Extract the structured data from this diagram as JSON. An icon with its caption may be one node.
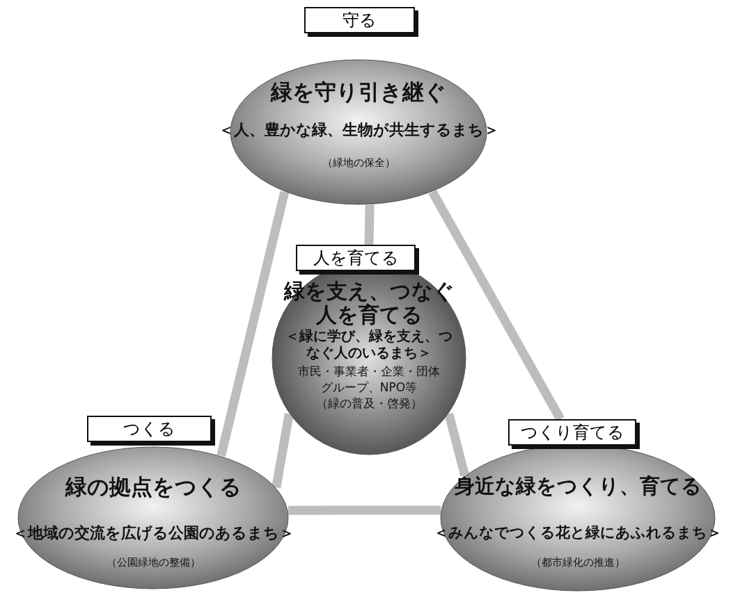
{
  "diagram": {
    "nodes": [
      {
        "text": [
          "守る",
          "緑を守り引き継ぐ",
          "＜人、豊かな緑、生物が共生するまち＞",
          "（緑地の保全）"
        ]
      },
      {
        "text": [
          "人を育てる",
          "緑を支え、つなぐ人を育てる",
          "＜緑に学び、緑を支え、つなぐ人のいるまち＞",
          "市民・事業者・企業・団体グループ、NPO等",
          "（緑の普及・啓発）"
        ]
      },
      {
        "text": [
          "つくる",
          "緑の拠点をつくる",
          "＜地域の交流を広げる公園のあるまち＞",
          "（公園緑地の整備）"
        ]
      },
      {
        "text": [
          "つくり育てる",
          "身近な緑をつくり、育てる",
          "＜みんなでつくる花と緑にあふれるまち＞",
          "（都市緑化の推進）"
        ]
      }
    ],
    "edges": [
      {
        "from": 0,
        "to": 2,
        "arrow": "none"
      },
      {
        "from": 0,
        "to": 1,
        "arrow": "none"
      },
      {
        "from": 0,
        "to": 3,
        "arrow": "none"
      },
      {
        "from": 2,
        "to": 1,
        "arrow": "none"
      },
      {
        "from": 1,
        "to": 3,
        "arrow": "none"
      },
      {
        "from": 2,
        "to": 3,
        "arrow": "none"
      }
    ]
  }
}
